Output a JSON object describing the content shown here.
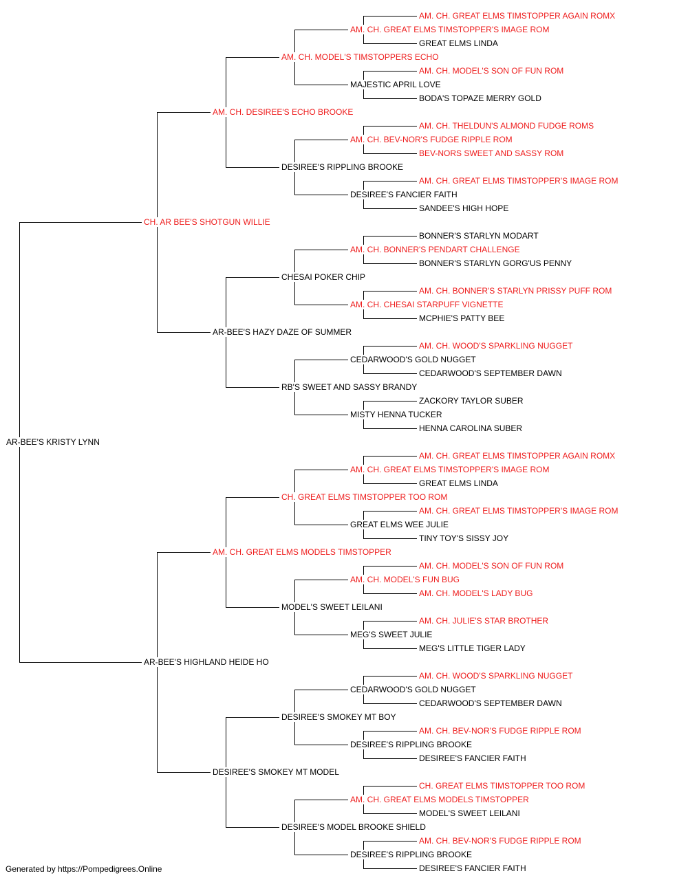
{
  "colors": {
    "champion": "#ee1c1c",
    "regular": "#000000",
    "line": "#000000"
  },
  "footer": "Generated by https://Pompedigrees.Online",
  "pedigree": {
    "name": "AR-BEE'S KRISTY LYNN",
    "champion": false,
    "sire": {
      "name": "CH. AR BEE'S SHOTGUN WILLIE",
      "champion": true,
      "sire": {
        "name": "AM. CH. DESIREE'S ECHO BROOKE",
        "champion": true,
        "sire": {
          "name": "AM. CH. MODEL'S TIMSTOPPERS ECHO",
          "champion": true,
          "sire": {
            "name": "AM. CH. GREAT ELMS TIMSTOPPER'S IMAGE ROM",
            "champion": true,
            "sire": {
              "name": "AM. CH. GREAT ELMS TIMSTOPPER AGAIN ROMX",
              "champion": true
            },
            "dam": {
              "name": "GREAT ELMS LINDA",
              "champion": false
            }
          },
          "dam": {
            "name": "MAJESTIC APRIL LOVE",
            "champion": false,
            "sire": {
              "name": "AM. CH. MODEL'S SON OF FUN ROM",
              "champion": true
            },
            "dam": {
              "name": "BODA'S TOPAZE MERRY GOLD",
              "champion": false
            }
          }
        },
        "dam": {
          "name": "DESIREE'S RIPPLING BROOKE",
          "champion": false,
          "sire": {
            "name": "AM. CH. BEV-NOR'S FUDGE RIPPLE ROM",
            "champion": true,
            "sire": {
              "name": "AM. CH. THELDUN'S ALMOND FUDGE ROMS",
              "champion": true
            },
            "dam": {
              "name": "BEV-NORS SWEET AND SASSY ROM",
              "champion": true
            }
          },
          "dam": {
            "name": "DESIREE'S FANCIER FAITH",
            "champion": false,
            "sire": {
              "name": "AM. CH. GREAT ELMS TIMSTOPPER'S IMAGE ROM",
              "champion": true
            },
            "dam": {
              "name": "SANDEE'S HIGH HOPE",
              "champion": false
            }
          }
        }
      },
      "dam": {
        "name": "AR-BEE'S HAZY DAZE OF SUMMER",
        "champion": false,
        "sire": {
          "name": "CHESAI POKER CHIP",
          "champion": false,
          "sire": {
            "name": "AM. CH. BONNER'S PENDART CHALLENGE",
            "champion": true,
            "sire": {
              "name": "BONNER'S STARLYN MODART",
              "champion": false
            },
            "dam": {
              "name": "BONNER'S STARLYN GORG'US PENNY",
              "champion": false
            }
          },
          "dam": {
            "name": "AM. CH. CHESAI STARPUFF VIGNETTE",
            "champion": true,
            "sire": {
              "name": "AM. CH. BONNER'S STARLYN PRISSY PUFF ROM",
              "champion": true
            },
            "dam": {
              "name": "MCPHIE'S PATTY BEE",
              "champion": false
            }
          }
        },
        "dam": {
          "name": "RB'S SWEET AND SASSY BRANDY",
          "champion": false,
          "sire": {
            "name": "CEDARWOOD'S GOLD NUGGET",
            "champion": false,
            "sire": {
              "name": "AM. CH. WOOD'S SPARKLING NUGGET",
              "champion": true
            },
            "dam": {
              "name": "CEDARWOOD'S SEPTEMBER DAWN",
              "champion": false
            }
          },
          "dam": {
            "name": "MISTY HENNA TUCKER",
            "champion": false,
            "sire": {
              "name": "ZACKORY TAYLOR SUBER",
              "champion": false
            },
            "dam": {
              "name": "HENNA CAROLINA SUBER",
              "champion": false
            }
          }
        }
      }
    },
    "dam": {
      "name": "AR-BEE'S HIGHLAND HEIDE HO",
      "champion": false,
      "sire": {
        "name": "AM. CH. GREAT ELMS MODELS TIMSTOPPER",
        "champion": true,
        "sire": {
          "name": "CH. GREAT ELMS TIMSTOPPER TOO ROM",
          "champion": true,
          "sire": {
            "name": "AM. CH. GREAT ELMS TIMSTOPPER'S IMAGE ROM",
            "champion": true,
            "sire": {
              "name": "AM. CH. GREAT ELMS TIMSTOPPER AGAIN ROMX",
              "champion": true
            },
            "dam": {
              "name": "GREAT ELMS LINDA",
              "champion": false
            }
          },
          "dam": {
            "name": "GREAT ELMS WEE JULIE",
            "champion": false,
            "sire": {
              "name": "AM. CH. GREAT ELMS TIMSTOPPER'S IMAGE ROM",
              "champion": true
            },
            "dam": {
              "name": "TINY TOY'S SISSY JOY",
              "champion": false
            }
          }
        },
        "dam": {
          "name": "MODEL'S SWEET LEILANI",
          "champion": false,
          "sire": {
            "name": "AM. CH. MODEL'S FUN BUG",
            "champion": true,
            "sire": {
              "name": "AM. CH. MODEL'S SON OF FUN ROM",
              "champion": true
            },
            "dam": {
              "name": "AM. CH. MODEL'S LADY BUG",
              "champion": true
            }
          },
          "dam": {
            "name": "MEG'S SWEET JULIE",
            "champion": false,
            "sire": {
              "name": "AM. CH. JULIE'S STAR BROTHER",
              "champion": true
            },
            "dam": {
              "name": "MEG'S LITTLE TIGER LADY",
              "champion": false
            }
          }
        }
      },
      "dam": {
        "name": "DESIREE'S SMOKEY MT MODEL",
        "champion": false,
        "sire": {
          "name": "DESIREE'S SMOKEY MT BOY",
          "champion": false,
          "sire": {
            "name": "CEDARWOOD'S GOLD NUGGET",
            "champion": false,
            "sire": {
              "name": "AM. CH. WOOD'S SPARKLING NUGGET",
              "champion": true
            },
            "dam": {
              "name": "CEDARWOOD'S SEPTEMBER DAWN",
              "champion": false
            }
          },
          "dam": {
            "name": "DESIREE'S RIPPLING BROOKE",
            "champion": false,
            "sire": {
              "name": "AM. CH. BEV-NOR'S FUDGE RIPPLE ROM",
              "champion": true
            },
            "dam": {
              "name": "DESIREE'S FANCIER FAITH",
              "champion": false
            }
          }
        },
        "dam": {
          "name": "DESIREE'S MODEL BROOKE SHIELD",
          "champion": false,
          "sire": {
            "name": "AM. CH. GREAT ELMS MODELS TIMSTOPPER",
            "champion": true,
            "sire": {
              "name": "CH. GREAT ELMS TIMSTOPPER TOO ROM",
              "champion": true
            },
            "dam": {
              "name": "MODEL'S SWEET LEILANI",
              "champion": false
            }
          },
          "dam": {
            "name": "DESIREE'S RIPPLING BROOKE",
            "champion": false,
            "sire": {
              "name": "AM. CH. BEV-NOR'S FUDGE RIPPLE ROM",
              "champion": true
            },
            "dam": {
              "name": "DESIREE'S FANCIER FAITH",
              "champion": false
            }
          }
        }
      }
    }
  }
}
